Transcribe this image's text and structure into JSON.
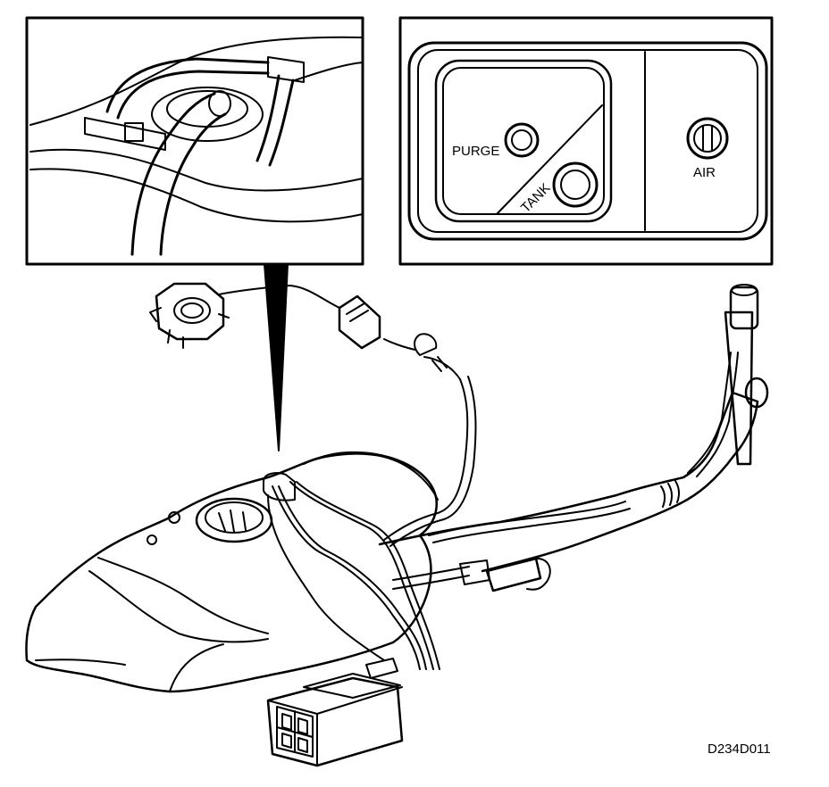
{
  "labels": {
    "purge": "PURGE",
    "tank": "TANK",
    "air": "AIR",
    "figure_code": "D234D011"
  },
  "colors": {
    "line": "#000000",
    "background": "#ffffff"
  }
}
